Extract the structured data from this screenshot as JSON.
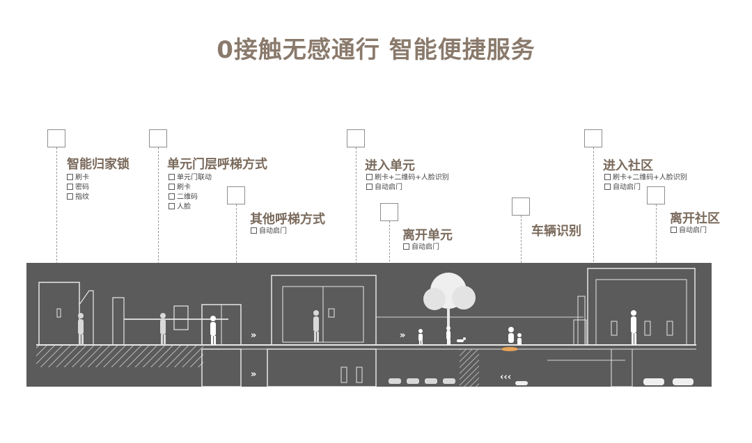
{
  "title": "0接触无感通行 智能便捷服务",
  "callouts": {
    "home_lock": {
      "heading": "智能归家锁",
      "options": [
        "刷卡",
        "密码",
        "指纹"
      ]
    },
    "unit_elevator": {
      "heading": "单元门层呼梯方式",
      "options": [
        "单元门联动",
        "刷卡",
        "二维码",
        "人脸"
      ]
    },
    "other_elevator": {
      "heading": "其他呼梯方式",
      "options": [
        "自动启门"
      ]
    },
    "enter_unit": {
      "heading": "进入单元",
      "options": [
        "刷卡+二维码+人脸识别",
        "自动启门"
      ]
    },
    "leave_unit": {
      "heading": "离开单元",
      "options": [
        "自动启门"
      ]
    },
    "vehicle": {
      "heading": "车辆识别",
      "options": []
    },
    "enter_community": {
      "heading": "进入社区",
      "options": [
        "刷卡+二维码+人脸识别",
        "自动启门"
      ]
    },
    "leave_community": {
      "heading": "离开社区",
      "options": [
        "自动启门"
      ]
    }
  },
  "colors": {
    "title": "#8a7a6c",
    "heading": "#7a6a5c",
    "scene_bg": "#5b5b5b",
    "line": "#e8e8e8",
    "accent": "#e8a35a"
  }
}
